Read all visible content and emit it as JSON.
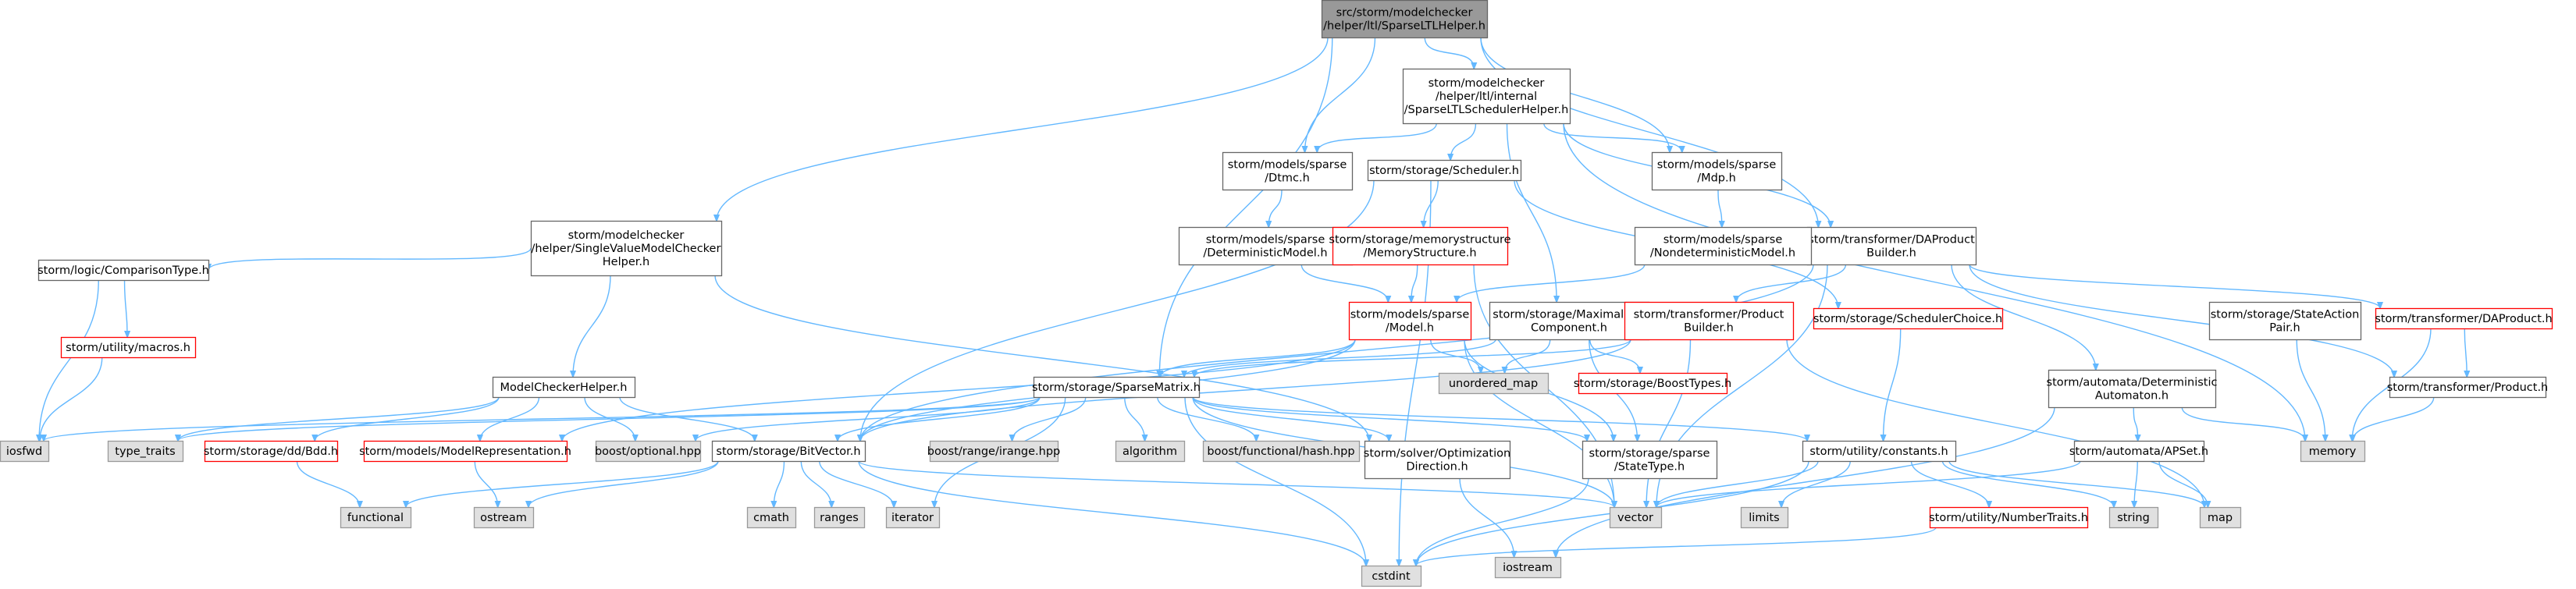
{
  "colors": {
    "edge": "#63b8ff",
    "box_border_normal": "#666666",
    "box_fill_normal": "#ffffff",
    "box_border_truncated": "#ff0000",
    "box_fill_external": "#e0e0e0",
    "box_border_external": "#999999",
    "box_fill_root": "#999999",
    "box_border_root": "#666666",
    "text_normal": "#000000",
    "text_external": "#000000"
  },
  "graph": {
    "nodes": [
      {
        "id": "root",
        "style": "root",
        "lines": [
          "src/storm/modelchecker",
          "/helper/ltl/SparseLTLHelper.h"
        ]
      },
      {
        "id": "sched_helper",
        "style": "normal",
        "lines": [
          "storm/modelchecker",
          "/helper/ltl/internal",
          "/SparseLTLSchedulerHelper.h"
        ]
      },
      {
        "id": "svmc",
        "style": "normal",
        "lines": [
          "storm/modelchecker",
          "/helper/SingleValueModelChecker",
          "Helper.h"
        ]
      },
      {
        "id": "dtmc",
        "style": "normal",
        "lines": [
          "storm/models/sparse",
          "/Dtmc.h"
        ]
      },
      {
        "id": "scheduler",
        "style": "normal",
        "lines": [
          "storm/storage/Scheduler.h"
        ]
      },
      {
        "id": "mdp",
        "style": "normal",
        "lines": [
          "storm/models/sparse",
          "/Mdp.h"
        ]
      },
      {
        "id": "daproduct_builder",
        "style": "normal",
        "lines": [
          "storm/transformer/DAProduct",
          "Builder.h"
        ]
      },
      {
        "id": "det_model",
        "style": "normal",
        "lines": [
          "storm/models/sparse",
          "/DeterministicModel.h"
        ]
      },
      {
        "id": "memstruct",
        "style": "truncated",
        "lines": [
          "storm/storage/memorystructure",
          "/MemoryStructure.h"
        ]
      },
      {
        "id": "nondet_model",
        "style": "normal",
        "lines": [
          "storm/models/sparse",
          "/NondeterministicModel.h"
        ]
      },
      {
        "id": "comparison",
        "style": "normal",
        "lines": [
          "storm/logic/ComparisonType.h"
        ]
      },
      {
        "id": "model",
        "style": "truncated",
        "lines": [
          "storm/models/sparse",
          "/Model.h"
        ]
      },
      {
        "id": "maxend",
        "style": "normal",
        "lines": [
          "storm/storage/MaximalEnd",
          "Component.h"
        ]
      },
      {
        "id": "prod_builder",
        "style": "truncated",
        "lines": [
          "storm/transformer/Product",
          "Builder.h"
        ]
      },
      {
        "id": "sched_choice",
        "style": "truncated",
        "lines": [
          "storm/storage/SchedulerChoice.h"
        ]
      },
      {
        "id": "state_action",
        "style": "normal",
        "lines": [
          "storm/storage/StateAction",
          "Pair.h"
        ]
      },
      {
        "id": "daproduct",
        "style": "truncated",
        "lines": [
          "storm/transformer/DAProduct.h"
        ]
      },
      {
        "id": "macros",
        "style": "truncated",
        "lines": [
          "storm/utility/macros.h"
        ]
      },
      {
        "id": "unordered_map",
        "style": "external",
        "lines": [
          "unordered_map"
        ]
      },
      {
        "id": "boosttypes",
        "style": "truncated",
        "lines": [
          "storm/storage/BoostTypes.h"
        ]
      },
      {
        "id": "mch",
        "style": "normal",
        "lines": [
          "ModelCheckerHelper.h"
        ]
      },
      {
        "id": "sparse_matrix",
        "style": "normal",
        "lines": [
          "storm/storage/SparseMatrix.h"
        ]
      },
      {
        "id": "det_automaton",
        "style": "normal",
        "lines": [
          "storm/automata/Deterministic",
          "Automaton.h"
        ]
      },
      {
        "id": "product",
        "style": "normal",
        "lines": [
          "storm/transformer/Product.h"
        ]
      },
      {
        "id": "iosfwd",
        "style": "external",
        "lines": [
          "iosfwd"
        ]
      },
      {
        "id": "type_traits",
        "style": "external",
        "lines": [
          "type_traits"
        ]
      },
      {
        "id": "bdd",
        "style": "truncated",
        "lines": [
          "storm/storage/dd/Bdd.h"
        ]
      },
      {
        "id": "model_repr",
        "style": "truncated",
        "lines": [
          "storm/models/ModelRepresentation.h"
        ]
      },
      {
        "id": "boost_optional",
        "style": "external",
        "lines": [
          "boost/optional.hpp"
        ]
      },
      {
        "id": "bitvector",
        "style": "normal",
        "lines": [
          "storm/storage/BitVector.h"
        ]
      },
      {
        "id": "boost_irange",
        "style": "external",
        "lines": [
          "boost/range/irange.hpp"
        ]
      },
      {
        "id": "algorithm",
        "style": "external",
        "lines": [
          "algorithm"
        ]
      },
      {
        "id": "boost_hash",
        "style": "external",
        "lines": [
          "boost/functional/hash.hpp"
        ]
      },
      {
        "id": "opt_dir",
        "style": "normal",
        "lines": [
          "storm/solver/Optimization",
          "Direction.h"
        ]
      },
      {
        "id": "state_type",
        "style": "normal",
        "lines": [
          "storm/storage/sparse",
          "/StateType.h"
        ]
      },
      {
        "id": "constants",
        "style": "normal",
        "lines": [
          "storm/utility/constants.h"
        ]
      },
      {
        "id": "apset",
        "style": "normal",
        "lines": [
          "storm/automata/APSet.h"
        ]
      },
      {
        "id": "memory",
        "style": "external",
        "lines": [
          "memory"
        ]
      },
      {
        "id": "functional",
        "style": "external",
        "lines": [
          "functional"
        ]
      },
      {
        "id": "ostream",
        "style": "external",
        "lines": [
          "ostream"
        ]
      },
      {
        "id": "cmath",
        "style": "external",
        "lines": [
          "cmath"
        ]
      },
      {
        "id": "ranges",
        "style": "external",
        "lines": [
          "ranges"
        ]
      },
      {
        "id": "iterator",
        "style": "external",
        "lines": [
          "iterator"
        ]
      },
      {
        "id": "vector",
        "style": "external",
        "lines": [
          "vector"
        ]
      },
      {
        "id": "iostream",
        "style": "external",
        "lines": [
          "iostream"
        ]
      },
      {
        "id": "limits",
        "style": "external",
        "lines": [
          "limits"
        ]
      },
      {
        "id": "number_traits",
        "style": "truncated",
        "lines": [
          "storm/utility/NumberTraits.h"
        ]
      },
      {
        "id": "string",
        "style": "external",
        "lines": [
          "string"
        ]
      },
      {
        "id": "map",
        "style": "external",
        "lines": [
          "map"
        ]
      },
      {
        "id": "cstdint",
        "style": "external",
        "lines": [
          "cstdint"
        ]
      }
    ],
    "edges": [
      [
        "root",
        "sched_helper"
      ],
      [
        "root",
        "svmc"
      ],
      [
        "root",
        "dtmc"
      ],
      [
        "root",
        "mdp"
      ],
      [
        "root",
        "daproduct_builder"
      ],
      [
        "root",
        "sparse_matrix"
      ],
      [
        "sched_helper",
        "dtmc"
      ],
      [
        "sched_helper",
        "scheduler"
      ],
      [
        "sched_helper",
        "mdp"
      ],
      [
        "sched_helper",
        "daproduct_builder"
      ],
      [
        "sched_helper",
        "maxend"
      ],
      [
        "sched_helper",
        "memory"
      ],
      [
        "svmc",
        "comparison"
      ],
      [
        "svmc",
        "mch"
      ],
      [
        "svmc",
        "opt_dir"
      ],
      [
        "dtmc",
        "det_model"
      ],
      [
        "det_model",
        "model"
      ],
      [
        "mdp",
        "nondet_model"
      ],
      [
        "nondet_model",
        "model"
      ],
      [
        "scheduler",
        "memstruct"
      ],
      [
        "scheduler",
        "sched_choice"
      ],
      [
        "scheduler",
        "bitvector"
      ],
      [
        "scheduler",
        "cstdint"
      ],
      [
        "memstruct",
        "model"
      ],
      [
        "memstruct",
        "vector"
      ],
      [
        "comparison",
        "iosfwd"
      ],
      [
        "comparison",
        "macros"
      ],
      [
        "macros",
        "iosfwd"
      ],
      [
        "mch",
        "type_traits"
      ],
      [
        "mch",
        "bdd"
      ],
      [
        "mch",
        "model_repr"
      ],
      [
        "mch",
        "boost_optional"
      ],
      [
        "mch",
        "bitvector"
      ],
      [
        "bdd",
        "functional"
      ],
      [
        "model_repr",
        "ostream"
      ],
      [
        "model",
        "unordered_map"
      ],
      [
        "model",
        "sparse_matrix"
      ],
      [
        "model",
        "model_repr"
      ],
      [
        "model",
        "bitvector"
      ],
      [
        "model",
        "state_type"
      ],
      [
        "model",
        "vector"
      ],
      [
        "maxend",
        "unordered_map"
      ],
      [
        "maxend",
        "boosttypes"
      ],
      [
        "maxend",
        "sparse_matrix"
      ],
      [
        "maxend",
        "state_type"
      ],
      [
        "daproduct_builder",
        "prod_builder"
      ],
      [
        "daproduct_builder",
        "daproduct"
      ],
      [
        "daproduct_builder",
        "det_automaton"
      ],
      [
        "daproduct_builder",
        "product"
      ],
      [
        "daproduct_builder",
        "bitvector"
      ],
      [
        "daproduct_builder",
        "vector"
      ],
      [
        "prod_builder",
        "sparse_matrix"
      ],
      [
        "prod_builder",
        "bitvector"
      ],
      [
        "prod_builder",
        "vector"
      ],
      [
        "prod_builder",
        "map"
      ],
      [
        "daproduct",
        "memory"
      ],
      [
        "daproduct",
        "product"
      ],
      [
        "product",
        "memory"
      ],
      [
        "sched_choice",
        "constants"
      ],
      [
        "state_action",
        "memory"
      ],
      [
        "det_automaton",
        "apset"
      ],
      [
        "det_automaton",
        "memory"
      ],
      [
        "det_automaton",
        "iostream"
      ],
      [
        "apset",
        "string"
      ],
      [
        "apset",
        "map"
      ],
      [
        "apset",
        "vector"
      ],
      [
        "sparse_matrix",
        "iosfwd"
      ],
      [
        "sparse_matrix",
        "type_traits"
      ],
      [
        "sparse_matrix",
        "bitvector"
      ],
      [
        "sparse_matrix",
        "boost_optional"
      ],
      [
        "sparse_matrix",
        "boost_irange"
      ],
      [
        "sparse_matrix",
        "algorithm"
      ],
      [
        "sparse_matrix",
        "boost_hash"
      ],
      [
        "sparse_matrix",
        "opt_dir"
      ],
      [
        "sparse_matrix",
        "state_type"
      ],
      [
        "sparse_matrix",
        "constants"
      ],
      [
        "sparse_matrix",
        "iterator"
      ],
      [
        "sparse_matrix",
        "vector"
      ],
      [
        "sparse_matrix",
        "cstdint"
      ],
      [
        "bitvector",
        "functional"
      ],
      [
        "bitvector",
        "ostream"
      ],
      [
        "bitvector",
        "cmath"
      ],
      [
        "bitvector",
        "ranges"
      ],
      [
        "bitvector",
        "iterator"
      ],
      [
        "bitvector",
        "vector"
      ],
      [
        "bitvector",
        "cstdint"
      ],
      [
        "opt_dir",
        "iostream"
      ],
      [
        "state_type",
        "cstdint"
      ],
      [
        "constants",
        "limits"
      ],
      [
        "constants",
        "number_traits"
      ],
      [
        "constants",
        "string"
      ],
      [
        "constants",
        "map"
      ],
      [
        "constants",
        "vector"
      ],
      [
        "constants",
        "cstdint"
      ],
      [
        "number_traits",
        "cstdint"
      ]
    ]
  }
}
